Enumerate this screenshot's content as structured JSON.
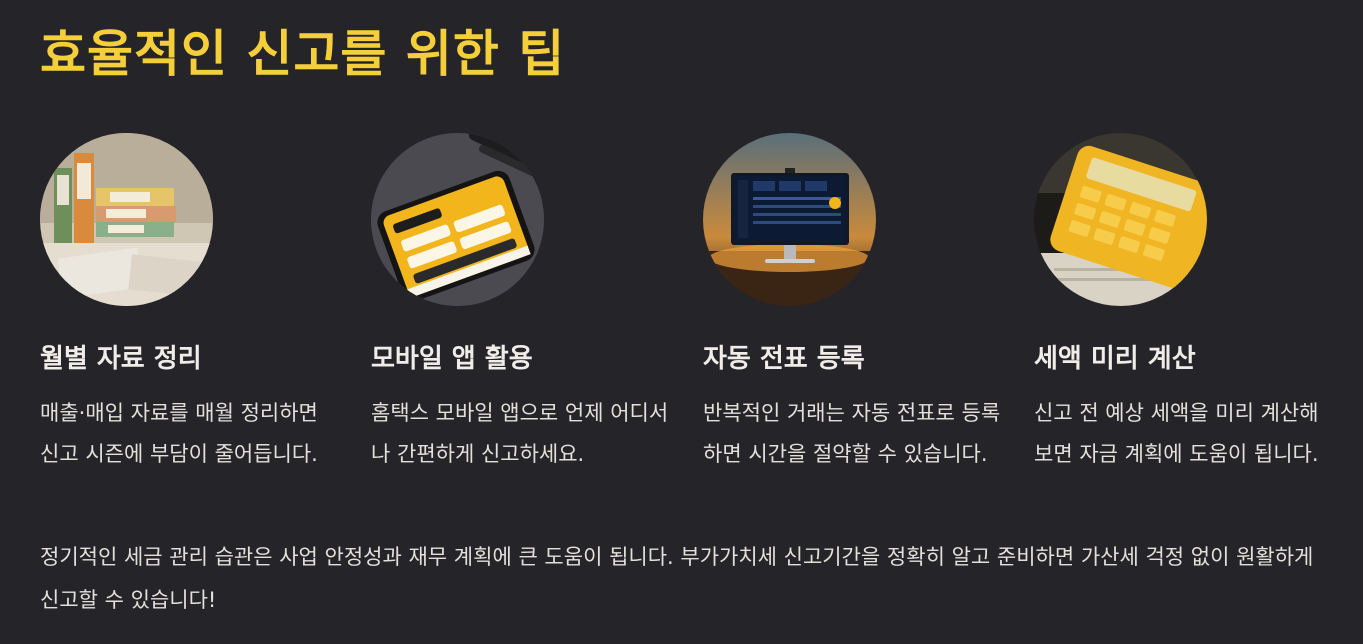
{
  "page": {
    "title": "효율적인 신고를 위한 팁",
    "accent_color": "#f5cf3a",
    "background_color": "#252429"
  },
  "tips": [
    {
      "image_icon": "binders-photo",
      "title": "월별 자료 정리",
      "description": "매출·매입 자료를 매월 정리하면 신고 시즌에 부담이 줄어듭니다."
    },
    {
      "image_icon": "mobile-app-photo",
      "title": "모바일 앱 활용",
      "description": "홈택스 모바일 앱으로 언제 어디서나 간편하게 신고하세요."
    },
    {
      "image_icon": "monitor-dashboard-photo",
      "title": "자동 전표 등록",
      "description": "반복적인 거래는 자동 전표로 등록하면 시간을 절약할 수 있습니다."
    },
    {
      "image_icon": "calculator-photo",
      "title": "세액 미리 계산",
      "description": "신고 전 예상 세액을 미리 계산해보면 자금 계획에 도움이 됩니다."
    }
  ],
  "summary": "정기적인 세금 관리 습관은 사업 안정성과 재무 계획에 큰 도움이 됩니다. 부가가치세 신고기간을 정확히 알고 준비하면 가산세 걱정 없이 원활하게 신고할 수 있습니다!"
}
